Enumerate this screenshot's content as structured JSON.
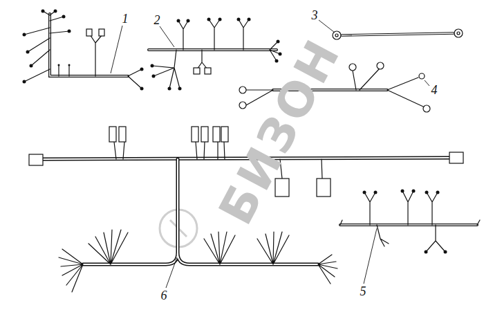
{
  "diagram": {
    "labels": [
      "1",
      "2",
      "3",
      "4",
      "5",
      "6",
      "БИЗОН"
    ]
  }
}
